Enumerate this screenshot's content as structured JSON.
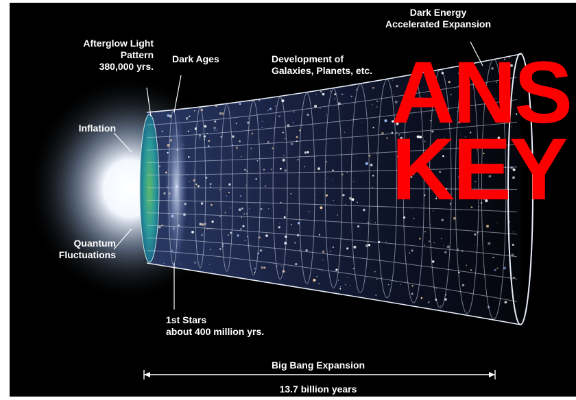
{
  "labels": {
    "afterglow": "Afterglow Light\nPattern\n380,000 yrs.",
    "dark_ages": "Dark Ages",
    "development": "Development of\nGalaxies, Planets, etc.",
    "dark_energy": "Dark Energy\nAccelerated Expansion",
    "inflation": "Inflation",
    "quantum": "Quantum\nFluctuations",
    "first_stars": "1st Stars\nabout 400 million yrs.",
    "big_bang": "Big Bang Expansion",
    "age": "13.7 billion years"
  },
  "overlay": {
    "stamp_text": "ANS\nKEY"
  },
  "colors": {
    "background": "#000000",
    "label": "#ffffff",
    "stamp": "#ff0000",
    "afterglow": "#2aa89a",
    "grid": "#cfd8e8"
  }
}
